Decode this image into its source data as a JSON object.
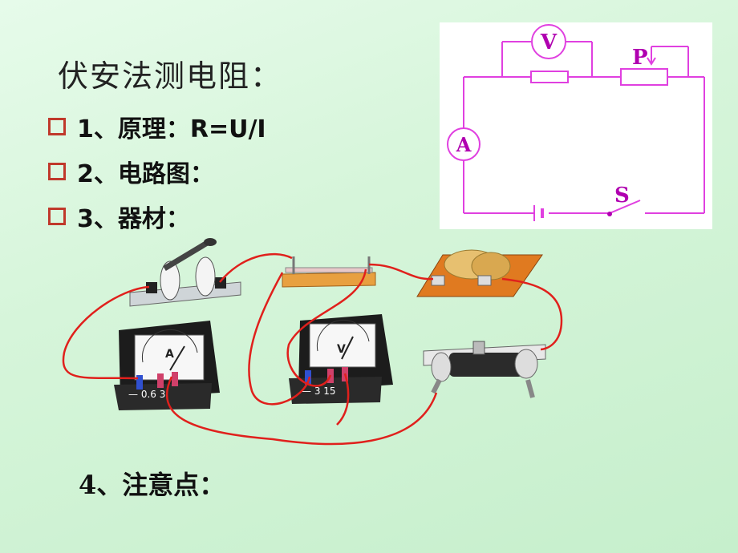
{
  "slide": {
    "title": "伏安法测电阻：",
    "items": [
      {
        "label": "1、原理：R=U/I"
      },
      {
        "label": "2、电路图："
      },
      {
        "label": "3、器材："
      }
    ],
    "note": "4、注意点："
  },
  "circuit": {
    "voltmeter_label": "V",
    "ammeter_label": "A",
    "slider_label": "P",
    "switch_label": "S",
    "wire_color": "#e040e0"
  },
  "apparatus": {
    "ammeter_letter": "A",
    "voltmeter_letter": "V",
    "ammeter_terminals": "—  0.6  3",
    "voltmeter_terminals": "—  3  15",
    "wire_color": "#e0201c"
  }
}
